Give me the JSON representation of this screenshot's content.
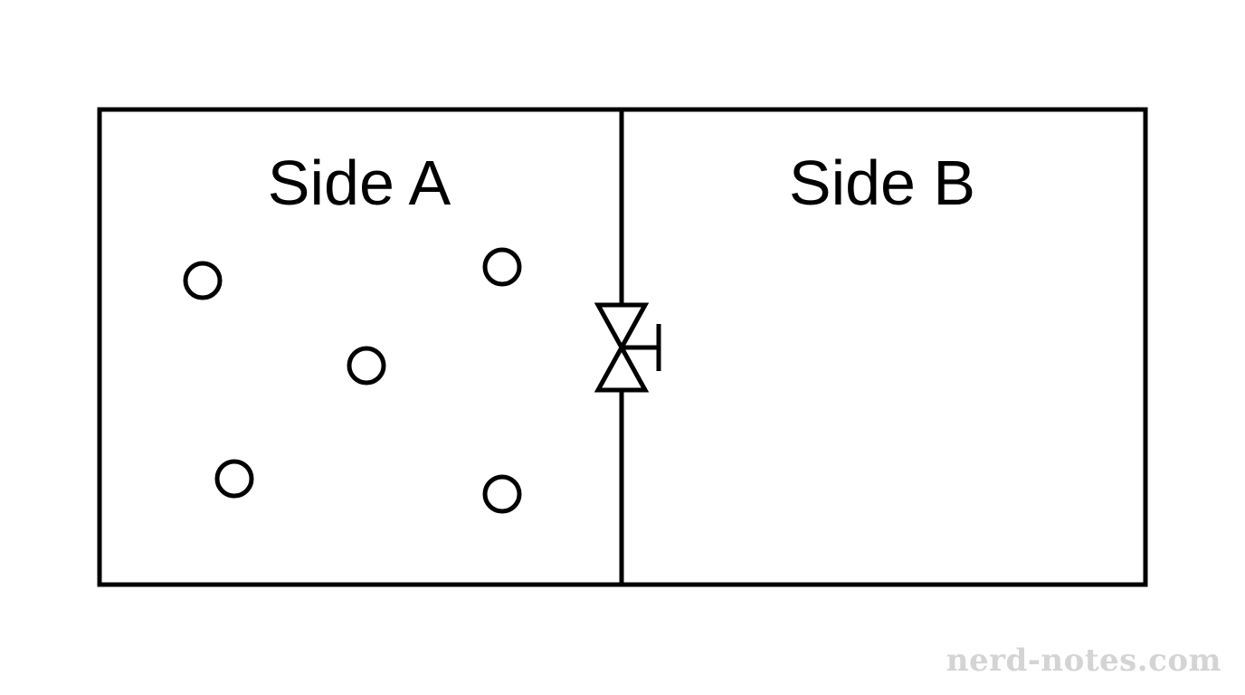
{
  "diagram": {
    "side_a_label": "Side A",
    "side_b_label": "Side B",
    "particle_count_side_a": 5,
    "particle_count_side_b": 0,
    "stroke_color": "#000000",
    "background_color": "#ffffff"
  },
  "watermark": {
    "text": "nerd-notes.com",
    "color": "#d4d4d4"
  }
}
